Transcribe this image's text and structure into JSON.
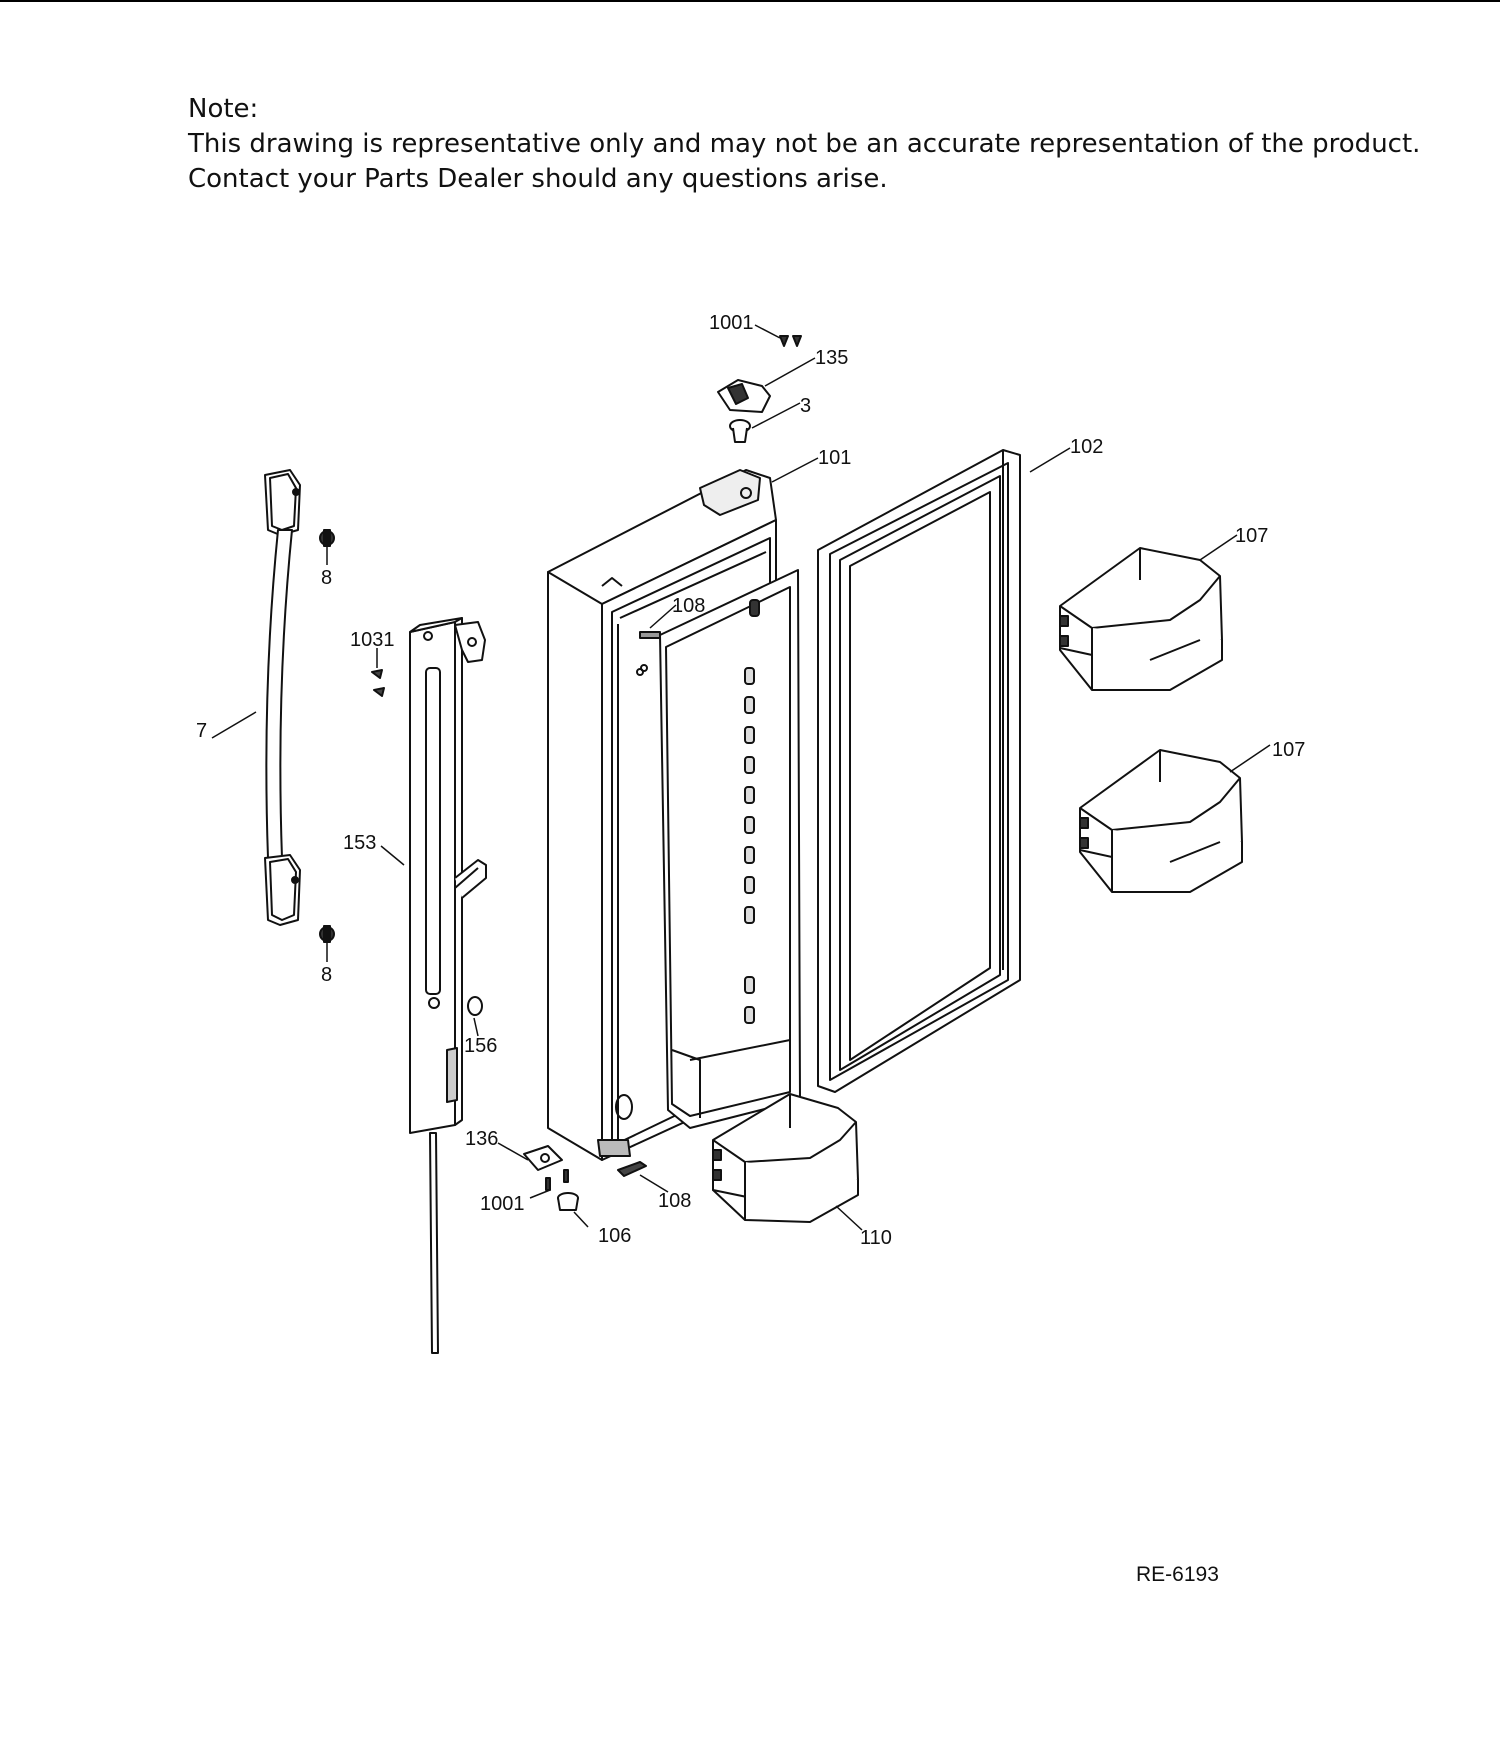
{
  "note": {
    "title": "Note:",
    "line1": "This drawing is representative only and may not be an accurate representation of the product.",
    "line2": "Contact your Parts Dealer should any questions arise."
  },
  "parts": [
    {
      "id": "p1001a",
      "label": "1001"
    },
    {
      "id": "p135",
      "label": "135"
    },
    {
      "id": "p3",
      "label": "3"
    },
    {
      "id": "p101",
      "label": "101"
    },
    {
      "id": "p102",
      "label": "102"
    },
    {
      "id": "p107a",
      "label": "107"
    },
    {
      "id": "p107b",
      "label": "107"
    },
    {
      "id": "p108a",
      "label": "108"
    },
    {
      "id": "p8a",
      "label": "8"
    },
    {
      "id": "p1031",
      "label": "1031"
    },
    {
      "id": "p7",
      "label": "7"
    },
    {
      "id": "p153",
      "label": "153"
    },
    {
      "id": "p8b",
      "label": "8"
    },
    {
      "id": "p156",
      "label": "156"
    },
    {
      "id": "p136",
      "label": "136"
    },
    {
      "id": "p1001b",
      "label": "1001"
    },
    {
      "id": "p106",
      "label": "106"
    },
    {
      "id": "p108b",
      "label": "108"
    },
    {
      "id": "p110",
      "label": "110"
    }
  ],
  "document_id": "RE-6193"
}
